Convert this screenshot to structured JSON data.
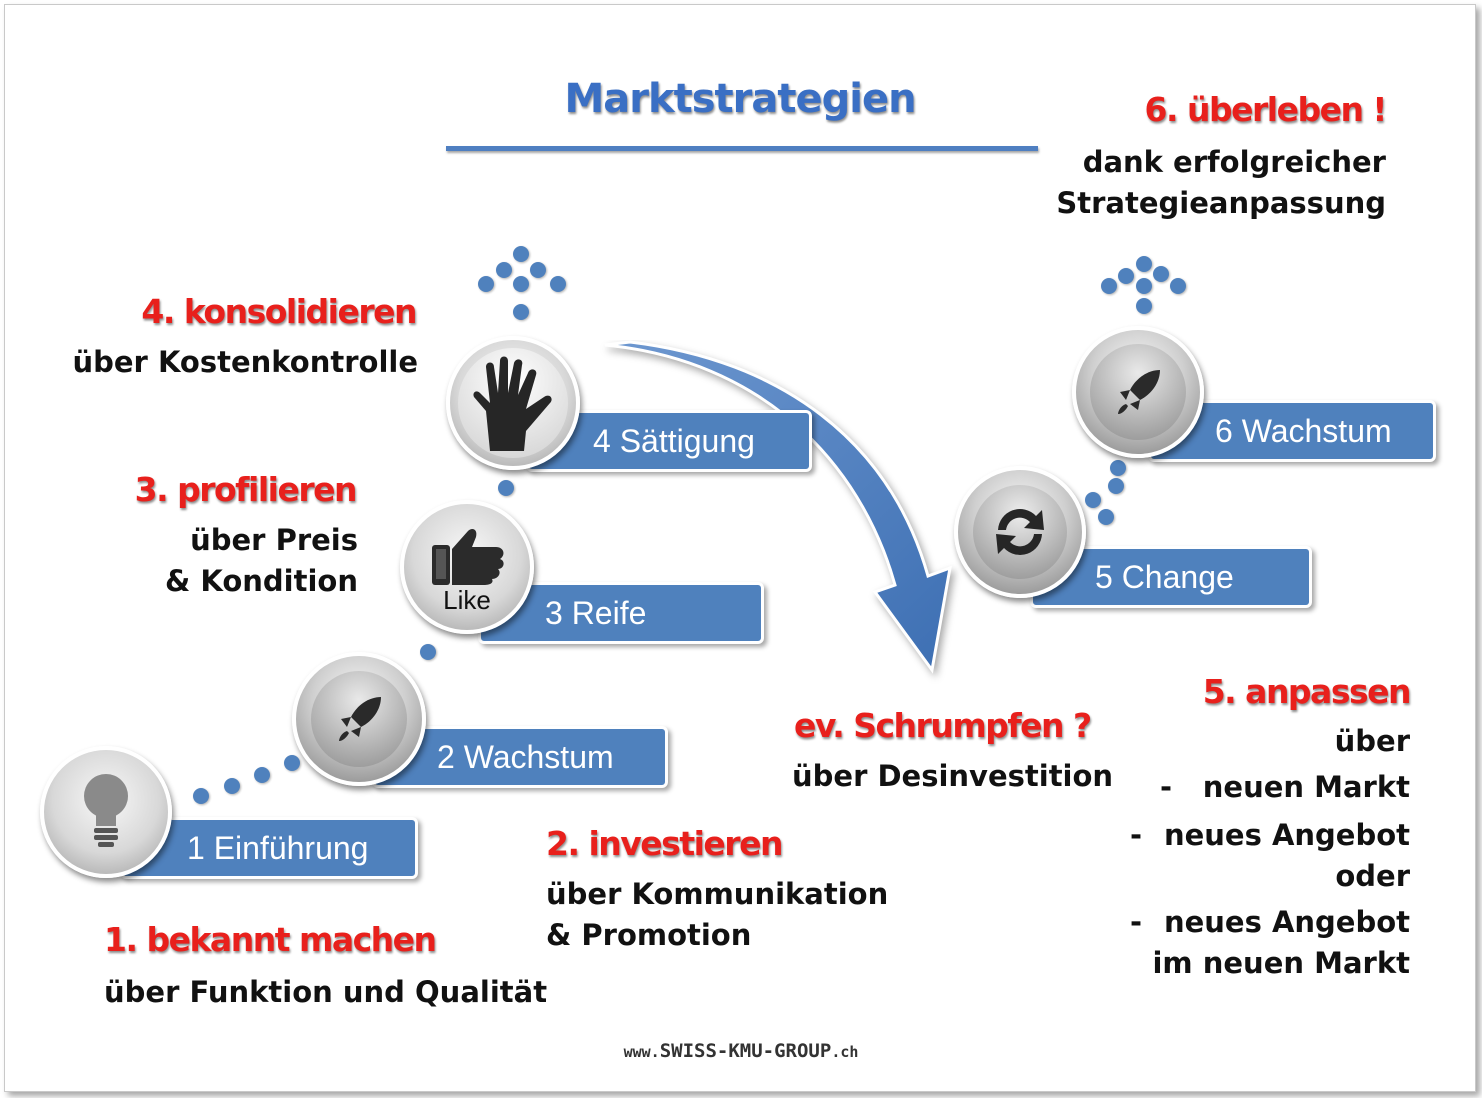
{
  "title": "Marktstrategien",
  "stages": {
    "s1": "1 Einführung",
    "s2": "2 Wachstum",
    "s3": "3 Reife",
    "s4": "4 Sättigung",
    "s5": "5 Change",
    "s6": "6 Wachstum"
  },
  "badges": {
    "like": "Like"
  },
  "strategies": {
    "s1": {
      "heading": "1. bekannt machen",
      "text": "über Funktion und Qualität"
    },
    "s2": {
      "heading": "2. investieren",
      "line1": "über Kommunikation",
      "line2": "& Promotion"
    },
    "s3": {
      "heading": "3. profilieren",
      "line1": "über Preis",
      "line2": "& Kondition"
    },
    "s4": {
      "heading": "4. konsolidieren",
      "text": "über Kostenkontrolle"
    },
    "shrink": {
      "heading": "ev. Schrumpfen ?",
      "text": "über Desinvestition"
    },
    "s5": {
      "heading": "5. anpassen",
      "intro": "über",
      "dash": "-",
      "item1": "neuen Markt",
      "item2a": "neues Angebot",
      "item2b": "oder",
      "item3a": "neues Angebot",
      "item3b": "im neuen Markt"
    },
    "s6": {
      "heading": "6. überleben !",
      "line1": "dank erfolgreicher",
      "line2": "Strategieanpassung"
    }
  },
  "footer": {
    "www": "www.",
    "brand": "SWISS-KMU-GROUP",
    "tld": ".ch"
  },
  "icons": [
    "lightbulb-icon",
    "rocket-icon",
    "like-icon",
    "hand-icon",
    "refresh-icon",
    "rocket-icon"
  ],
  "colors": {
    "accent_blue": "#4f81bd",
    "heading_red": "#e8201c",
    "title_blue": "#3a6fc4"
  }
}
